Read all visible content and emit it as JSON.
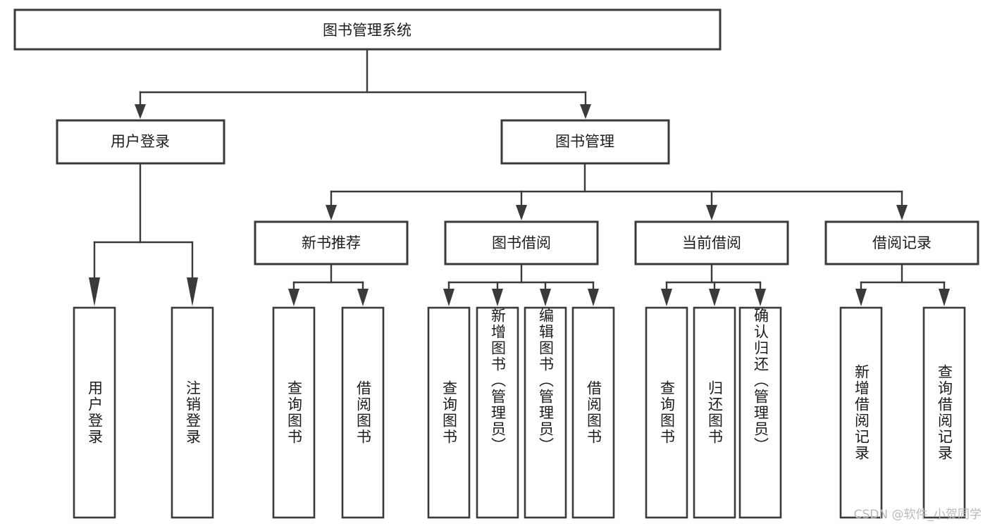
{
  "diagram": {
    "type": "tree",
    "title": "图书管理系统",
    "root": {
      "id": "root",
      "label": "图书管理系统"
    },
    "level2": [
      {
        "id": "user-login",
        "label": "用户登录"
      },
      {
        "id": "book-manage",
        "label": "图书管理"
      }
    ],
    "level3": [
      {
        "id": "new-book-rec",
        "label": "新书推荐",
        "parent": "book-manage"
      },
      {
        "id": "book-borrow",
        "label": "图书借阅",
        "parent": "book-manage"
      },
      {
        "id": "current-borrow",
        "label": "当前借阅",
        "parent": "book-manage"
      },
      {
        "id": "borrow-record",
        "label": "借阅记录",
        "parent": "book-manage"
      }
    ],
    "leaves": [
      {
        "id": "leaf-user-login",
        "label": "用户登录",
        "parent": "user-login"
      },
      {
        "id": "leaf-logout",
        "label": "注销登录",
        "parent": "user-login"
      },
      {
        "id": "leaf-query-book-1",
        "label": "查询图书",
        "parent": "new-book-rec"
      },
      {
        "id": "leaf-borrow-book-1",
        "label": "借阅图书",
        "parent": "new-book-rec"
      },
      {
        "id": "leaf-query-book-2",
        "label": "查询图书",
        "parent": "book-borrow"
      },
      {
        "id": "leaf-add-book",
        "label": "新增图书（管理员）",
        "parent": "book-borrow"
      },
      {
        "id": "leaf-edit-book",
        "label": "编辑图书（管理员）",
        "parent": "book-borrow"
      },
      {
        "id": "leaf-borrow-book-2",
        "label": "借阅图书",
        "parent": "book-borrow"
      },
      {
        "id": "leaf-query-book-3",
        "label": "查询图书",
        "parent": "current-borrow"
      },
      {
        "id": "leaf-return-book",
        "label": "归还图书",
        "parent": "current-borrow"
      },
      {
        "id": "leaf-confirm-return",
        "label": "确认归还（管理员）",
        "parent": "current-borrow"
      },
      {
        "id": "leaf-add-record",
        "label": "新增借阅记录",
        "parent": "borrow-record"
      },
      {
        "id": "leaf-query-record",
        "label": "查询借阅记录",
        "parent": "borrow-record"
      }
    ]
  },
  "colors": {
    "stroke": "#3a3a3a",
    "fill": "#ffffff",
    "text": "#1c1c1c",
    "watermark": "#b9b9b9"
  },
  "watermark": {
    "text": "CSDN @软件_小贺同学"
  }
}
